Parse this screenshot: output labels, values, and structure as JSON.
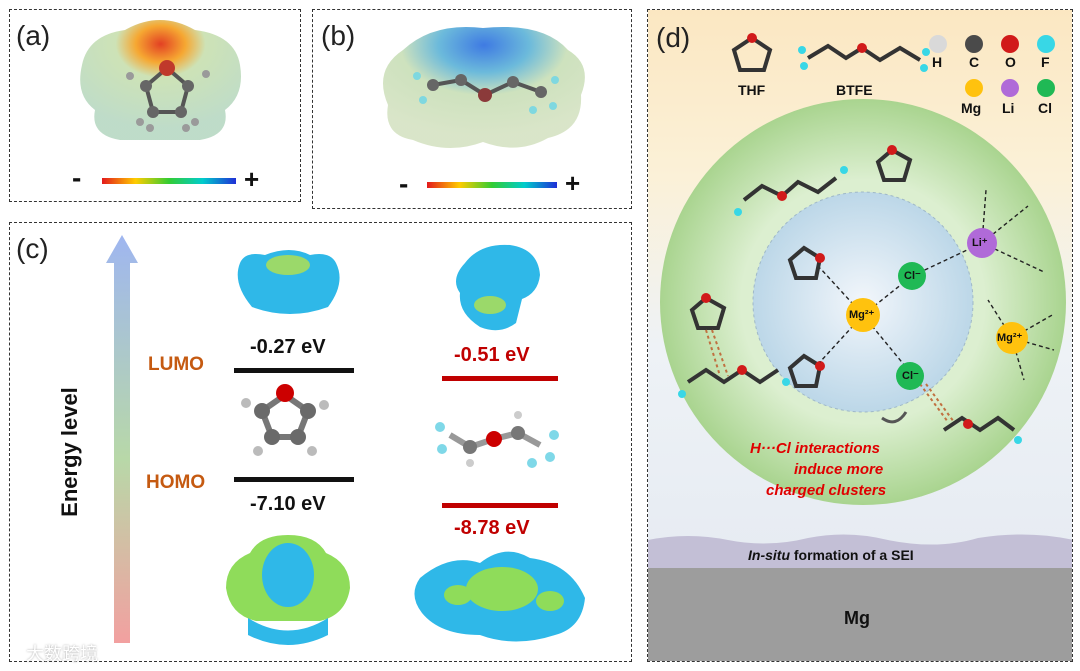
{
  "panels": {
    "a": {
      "label": "(a)",
      "minus": "-",
      "plus": "+"
    },
    "b": {
      "label": "(b)",
      "minus": "-",
      "plus": "+"
    },
    "c": {
      "label": "(c)",
      "axis_label": "Energy level",
      "lumo": "LUMO",
      "homo": "HOMO",
      "thf_lumo_energy": "-0.27 eV",
      "thf_homo_energy": "-7.10 eV",
      "btfe_lumo_energy": "-0.51 eV",
      "btfe_homo_energy": "-8.78 eV"
    },
    "d": {
      "label": "(d)",
      "thf": "THF",
      "btfe": "BTFE",
      "legend": [
        {
          "symbol": "H",
          "color": "#d9d9d9"
        },
        {
          "symbol": "C",
          "color": "#4a4a4a"
        },
        {
          "symbol": "O",
          "color": "#d11a1a"
        },
        {
          "symbol": "F",
          "color": "#38d7e6"
        },
        {
          "symbol": "Mg",
          "color": "#ffc20e"
        },
        {
          "symbol": "Li",
          "color": "#b06ad8"
        },
        {
          "symbol": "Cl",
          "color": "#1fb955"
        }
      ],
      "mg_ion": "Mg²⁺",
      "li_ion": "Li⁺",
      "cl_ion": "Cl⁻",
      "interaction_line1": "H···Cl interactions",
      "interaction_line2": "induce more",
      "interaction_line3": "charged  clusters",
      "sei_italic": "In-situ",
      "sei_text": " formation of a SEI",
      "substrate": "Mg"
    }
  },
  "watermark": "大数跨境",
  "colors": {
    "lumo_red": "#c00000",
    "orbital_label_orange": "#c55a11",
    "interaction_red": "#e00000"
  }
}
